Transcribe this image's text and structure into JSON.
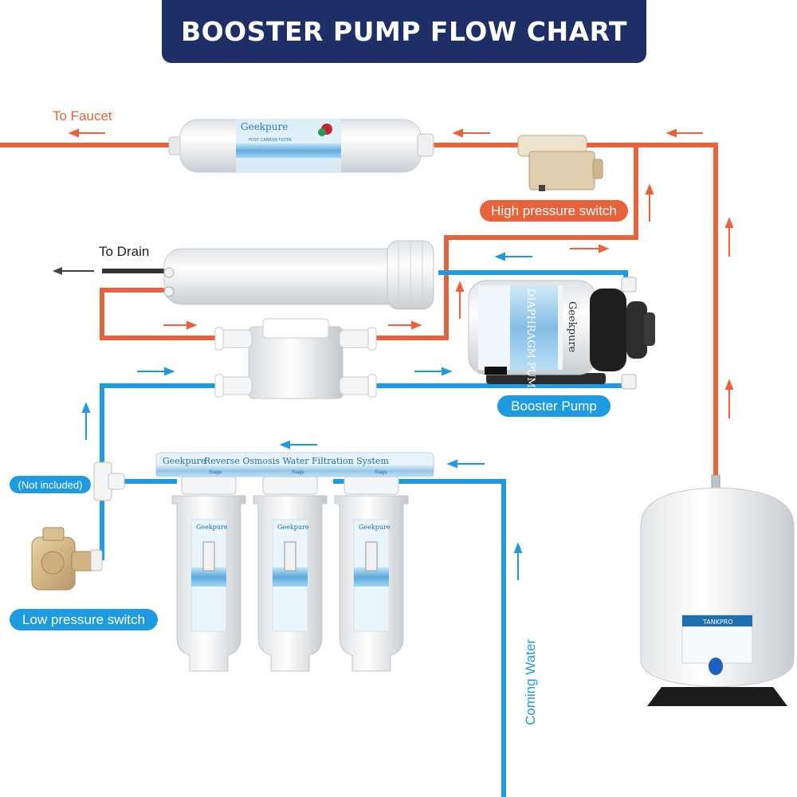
{
  "title": "BOOSTER PUMP FLOW CHART",
  "colors": {
    "title_bg": "#1d2f66",
    "hot_line": "#e8623c",
    "cold_line": "#1e9be0",
    "drain_line": "#444444",
    "pill_orange": "#e8623c",
    "pill_blue": "#1e9be0"
  },
  "labels": {
    "to_faucet": "To Faucet",
    "to_drain": "To Drain",
    "high_pressure_switch": "High pressure switch",
    "booster_pump": "Booster Pump",
    "not_included": "(Not included)",
    "low_pressure_switch": "Low pressure switch",
    "coming_water": "Coming Water"
  },
  "product_text": {
    "post_filter_brand": "Geekpure",
    "post_filter_sub": "POST CARBON FILTER",
    "pump_band": "DIAPHRAGM PUMP",
    "pump_brand": "Geekpure",
    "system_brand": "Geekpure",
    "system_name": "Reverse Osmosis Water Filtration System",
    "stage_label": "Stage",
    "housing_brand": "Geekpure",
    "tank_brand": "TANKPRO"
  },
  "icons": {
    "flow_arrow": "flow-arrow-icon",
    "drain_arrow": "drain-arrow-icon"
  }
}
